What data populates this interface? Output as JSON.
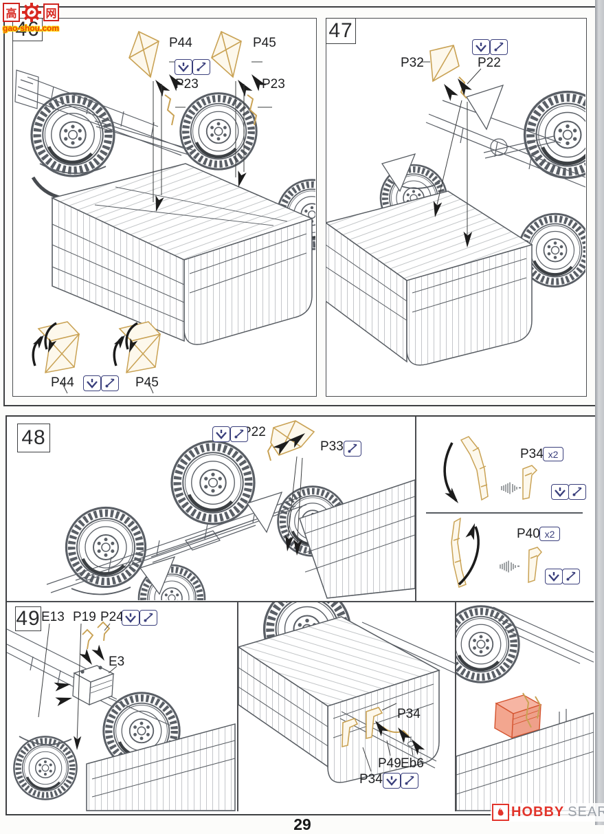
{
  "page": {
    "number": "29"
  },
  "logo": {
    "char_left": "高",
    "char_right": "网",
    "domain": "gao-shou.com"
  },
  "hobby_search": {
    "word1": "HOBBY",
    "word2": "SEARCH"
  },
  "steps": {
    "s46": {
      "num": "46",
      "p44_top": "P44",
      "p45_top": "P45",
      "p23_left": "P23",
      "p23_right": "P23",
      "p44_bottom": "P44",
      "p45_bottom": "P45"
    },
    "s47": {
      "num": "47",
      "p32": "P32",
      "p22": "P22"
    },
    "s48": {
      "num": "48",
      "p22": "P22",
      "p33": "P33",
      "p34": "P34",
      "p34_qty": "x2",
      "p40": "P40",
      "p40_qty": "x2"
    },
    "s49": {
      "num": "49",
      "e13": "E13",
      "p19": "P19",
      "p24": "P24",
      "e3": "E3",
      "p34_upper": "P34",
      "p49": "P49",
      "eb6": "Eb6",
      "p34_lower": "P34"
    }
  }
}
